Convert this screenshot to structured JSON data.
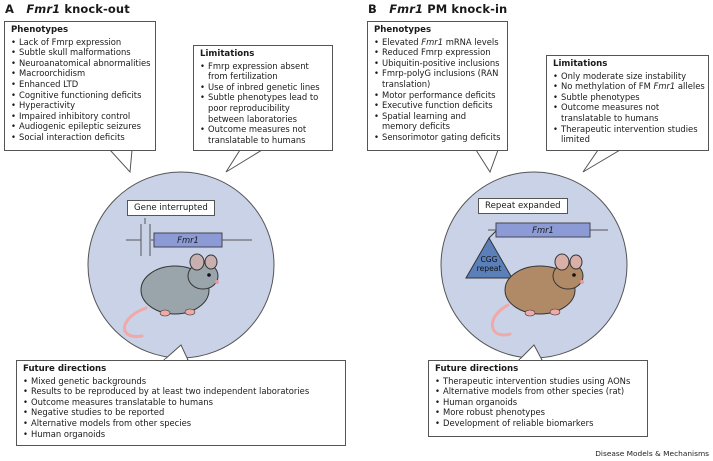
{
  "panelA": {
    "letter": "A",
    "gene": "Fmr1",
    "suffix": "knock-out",
    "phenotypes": {
      "heading": "Phenotypes",
      "items": [
        "Lack of Fmrp expression",
        "Subtle skull malformations",
        "Neuroanatomical abnormalities",
        "Macroorchidism",
        "Enhanced LTD",
        "Cognitive functioning deficits",
        "Hyperactivity",
        "Impaired inhibitory control",
        "Audiogenic epileptic seizures",
        "Social interaction deficits"
      ]
    },
    "limitations": {
      "heading": "Limitations",
      "items": [
        "Fmrp expression absent from fertilization",
        "Use of inbred genetic lines",
        "Subtle phenotypes lead to poor reproducibility between laboratories",
        "Outcome measures not translatable to humans"
      ]
    },
    "circle": {
      "label": "Gene interrupted",
      "gene": "Fmr1"
    },
    "future": {
      "heading": "Future directions",
      "items": [
        "Mixed genetic backgrounds",
        "Results to be reproduced by at least two independent laboratories",
        "Outcome measures translatable to humans",
        "Negative studies to be reported",
        "Alternative models from other species",
        "Human organoids"
      ]
    }
  },
  "panelB": {
    "letter": "B",
    "gene": "Fmr1",
    "suffix": "PM knock-in",
    "phenotypes": {
      "heading": "Phenotypes",
      "items": [
        {
          "pre": "Elevated ",
          "it": "Fmr1",
          "post": " mRNA levels"
        },
        {
          "pre": "Reduced Fmrp expression",
          "it": "",
          "post": ""
        },
        {
          "pre": "Ubiquitin-positive inclusions",
          "it": "",
          "post": ""
        },
        {
          "pre": "Fmrp-polyG inclusions (RAN translation)",
          "it": "",
          "post": ""
        },
        {
          "pre": "Motor performance deficits",
          "it": "",
          "post": ""
        },
        {
          "pre": "Executive function deficits",
          "it": "",
          "post": ""
        },
        {
          "pre": "Spatial learning and memory deficits",
          "it": "",
          "post": ""
        },
        {
          "pre": "Sensorimotor gating deficits",
          "it": "",
          "post": ""
        }
      ]
    },
    "limitations": {
      "heading": "Limitations",
      "items": [
        {
          "pre": "Only moderate size instability",
          "it": "",
          "post": ""
        },
        {
          "pre": "No methylation of FM ",
          "it": "Fmr1",
          "post": " alleles"
        },
        {
          "pre": "Subtle phenotypes",
          "it": "",
          "post": ""
        },
        {
          "pre": "Outcome measures not translatable to humans",
          "it": "",
          "post": ""
        },
        {
          "pre": "Therapeutic intervention studies limited",
          "it": "",
          "post": ""
        }
      ]
    },
    "circle": {
      "label": "Repeat expanded",
      "gene": "Fmr1",
      "cgg": "CGG\nrepeat"
    },
    "future": {
      "heading": "Future directions",
      "items": [
        "Therapeutic intervention studies using AONs",
        "Alternative models from other species (rat)",
        "Human organoids",
        "More robust phenotypes",
        "Development of reliable biomarkers"
      ]
    }
  },
  "footer": "Disease Models & Mechanisms",
  "colors": {
    "circle": "#c9d2e6",
    "gene_bar": "#8c9bd6",
    "triangle": "#5b7fb9",
    "mouse_grey": "#9aa4ab",
    "mouse_brown": "#b08a66",
    "pink": "#f0a9a9"
  }
}
